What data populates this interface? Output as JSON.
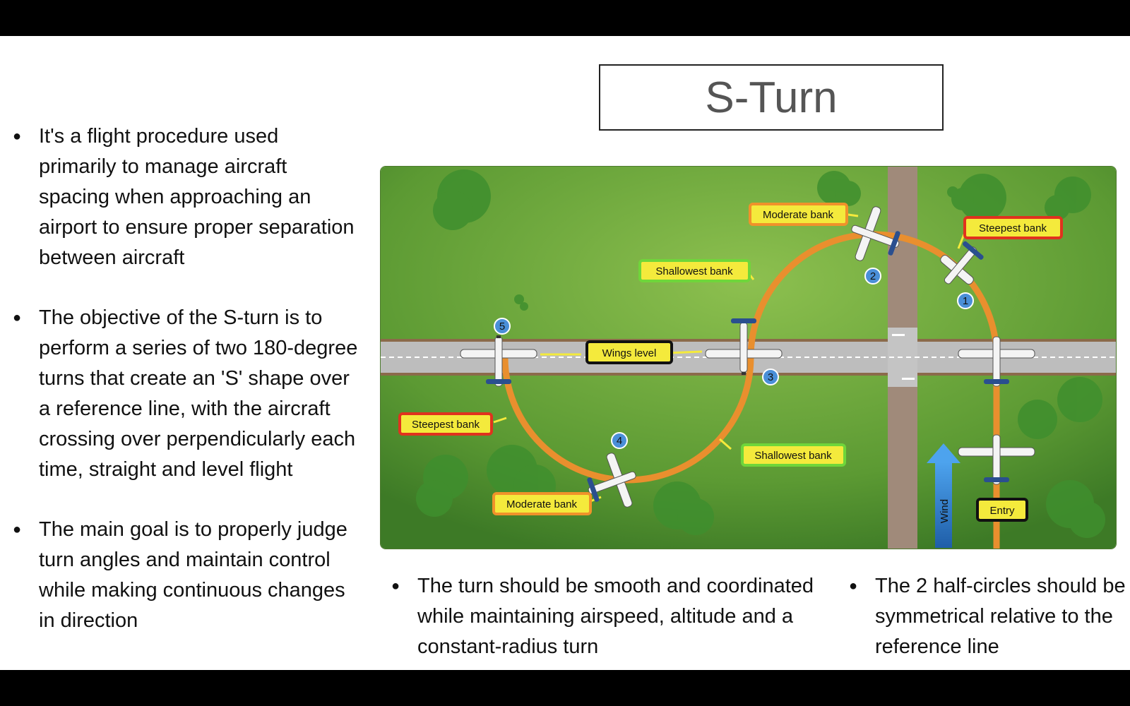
{
  "title": "S-Turn",
  "left_bullets": [
    "It's a flight procedure used primarily to manage aircraft spacing when approaching an airport to ensure proper separation between aircraft",
    "The objective of the S-turn is to perform a series of two 180-degree turns that create an 'S' shape over a reference line, with the aircraft crossing over perpendicularly each time, straight and level flight",
    "The main goal is to properly judge turn angles and maintain control while making continuous changes in direction"
  ],
  "bottom_bullets": [
    "The turn should be smooth and coordinated while maintaining airspeed, altitude and a constant-radius turn",
    "The 2 half-circles should be symmetrical relative to the reference line"
  ],
  "diagram": {
    "labels": {
      "moderate_bank_top": "Moderate bank",
      "steepest_bank_right": "Steepest bank",
      "shallowest_bank_top": "Shallowest bank",
      "wings_level": "Wings level",
      "steepest_bank_left": "Steepest bank",
      "shallowest_bank_bottom": "Shallowest bank",
      "moderate_bank_bottom": "Moderate bank",
      "entry": "Entry",
      "wind": "Wind"
    },
    "markers": [
      "1",
      "2",
      "3",
      "4",
      "5"
    ],
    "colors": {
      "grass": "#6aa63a",
      "path": "#e98f2e",
      "label_fill": "#f4ea3c",
      "steepest_border": "#e0321e",
      "moderate_border": "#f0922a",
      "shallowest_border": "#6fd63a",
      "level_border": "#111111",
      "wind_arrow": "#2f7fd1"
    }
  }
}
